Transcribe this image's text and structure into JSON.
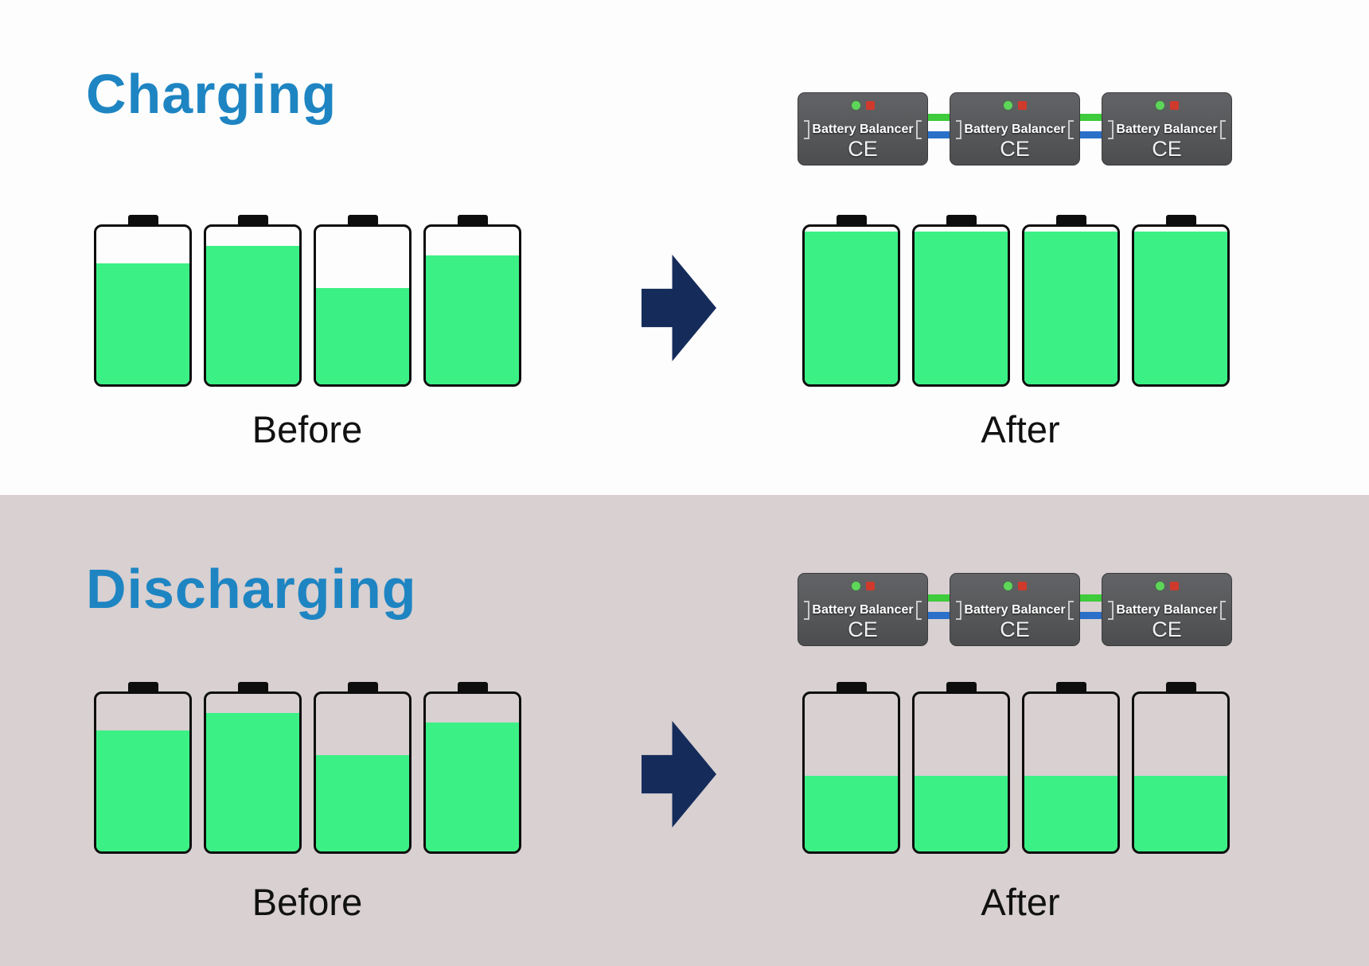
{
  "colors": {
    "section_top_bg": "#fdfdfd",
    "section_bottom_bg": "#d8d0d1",
    "title_blue": "#1e85c2",
    "battery_fill_green": "#3bf185",
    "battery_outline": "#0d0d0d",
    "arrow_navy": "#152c5b",
    "wire_green": "#3ecb3c",
    "wire_blue": "#2a70c8",
    "balancer_body": "#57585a",
    "led_green": "#5ed65a",
    "led_red": "#d03a2c",
    "label_text": "#111111"
  },
  "sections": [
    {
      "title": "Charging",
      "before_label": "Before",
      "after_label": "After",
      "before_levels_pct": [
        77,
        88,
        61,
        82
      ],
      "after_levels_pct": [
        97,
        97,
        97,
        97
      ],
      "balancer": {
        "label": "Battery Balancer",
        "cert_label": "CE",
        "count": 3
      }
    },
    {
      "title": "Discharging",
      "before_label": "Before",
      "after_label": "After",
      "before_levels_pct": [
        77,
        88,
        61,
        82
      ],
      "after_levels_pct": [
        48,
        48,
        48,
        48
      ],
      "balancer": {
        "label": "Battery Balancer",
        "cert_label": "CE",
        "count": 3
      }
    }
  ]
}
